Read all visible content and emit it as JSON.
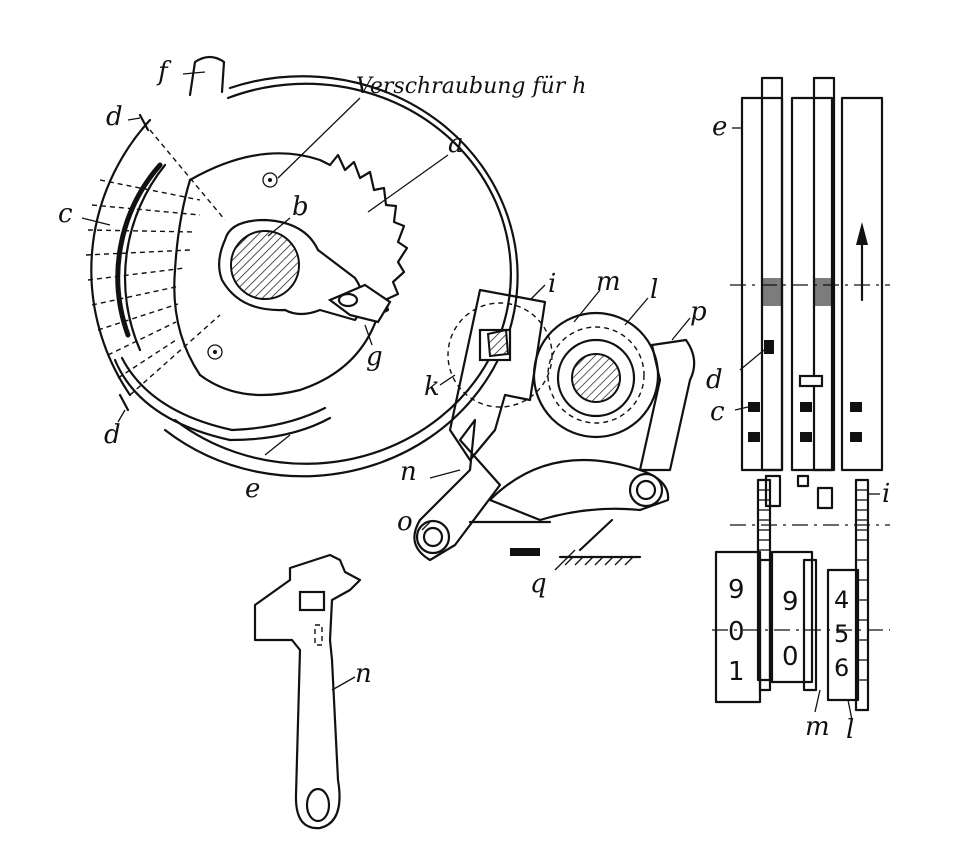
{
  "annotation": "Verschraubung für h",
  "labels": {
    "a": "a",
    "b": "b",
    "c": "c",
    "d_top": "d",
    "d_bottom": "d",
    "e_left": "e",
    "f": "f",
    "g": "g",
    "i_mid": "i",
    "k": "k",
    "m_mid": "m",
    "l_mid": "l",
    "p": "p",
    "n_mid": "n",
    "o": "o",
    "q": "q",
    "n_lever": "n",
    "e_right": "e",
    "d_right": "d",
    "c_right": "c",
    "i_right": "i",
    "m_right": "m",
    "l_right": "l"
  },
  "digit_wheels": {
    "wheel1": [
      "9",
      "0",
      "1"
    ],
    "wheel2": [
      "9",
      "0"
    ],
    "wheel3": [
      "4",
      "5",
      "6"
    ]
  }
}
